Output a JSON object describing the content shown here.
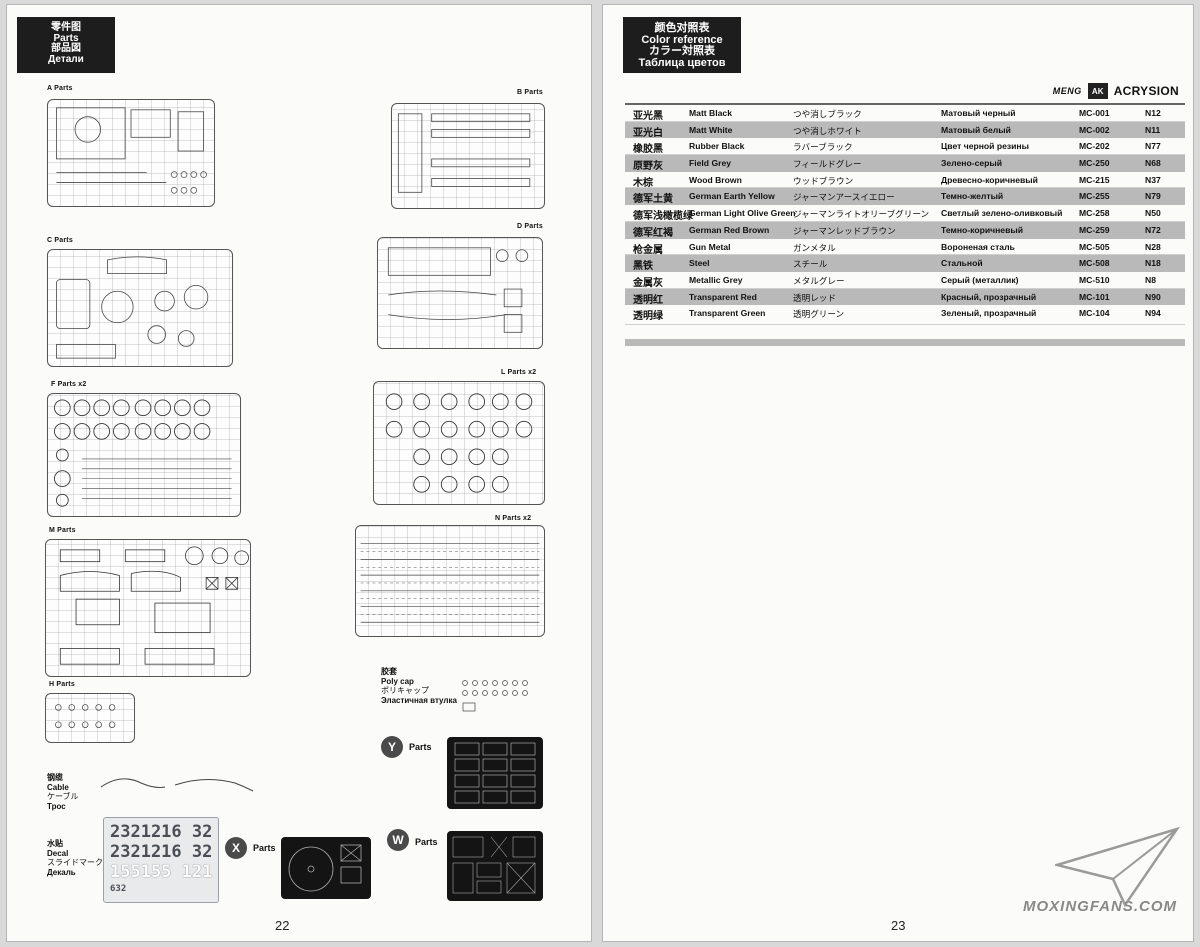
{
  "left_page": {
    "header": {
      "line1": "零件图",
      "line2": "Parts",
      "line3": "部品図",
      "line4": "Детали"
    },
    "sprues": {
      "a": "A Parts",
      "b": "B Parts",
      "c": "C Parts",
      "d": "D Parts",
      "f": "F Parts  x2",
      "l": "L Parts  x2",
      "m": "M Parts",
      "n": "N Parts  x2",
      "h": "H Parts"
    },
    "poly_cap": {
      "cn": "胶套",
      "en": "Poly cap",
      "jp": "ポリキャップ",
      "ru": "Эластичная втулка"
    },
    "cable": {
      "cn": "钢缆",
      "en": "Cable",
      "jp": "ケーブル",
      "ru": "Трос"
    },
    "decal": {
      "cn": "水贴",
      "en": "Decal",
      "jp": "スライドマーク",
      "ru": "Декаль",
      "row1": "2321216 32",
      "row2": "2321216 32",
      "row3": "155155 121",
      "row4": "632"
    },
    "photo_parts": {
      "x_letter": "X",
      "x_label": "Parts",
      "y_letter": "Y",
      "y_label": "Parts",
      "w_letter": "W",
      "w_label": "Parts"
    },
    "page_number": "22"
  },
  "right_page": {
    "header": {
      "line1": "颜色对照表",
      "line2": "Color reference",
      "line3": "カラー対照表",
      "line4": "Таблица цветов"
    },
    "logos": {
      "meng": "MENG",
      "ak": "AK",
      "acrysion": "ACRYSION"
    },
    "colors": [
      {
        "cn": "亚光黑",
        "en": "Matt Black",
        "jp": "つや消しブラック",
        "ru": "Матовый черный",
        "mc": "MC-001",
        "n": "N12"
      },
      {
        "cn": "亚光白",
        "en": "Matt White",
        "jp": "つや消しホワイト",
        "ru": "Матовый белый",
        "mc": "MC-002",
        "n": "N11"
      },
      {
        "cn": "橡胶黑",
        "en": "Rubber Black",
        "jp": "ラバーブラック",
        "ru": "Цвет черной резины",
        "mc": "MC-202",
        "n": "N77"
      },
      {
        "cn": "原野灰",
        "en": "Field Grey",
        "jp": "フィールドグレー",
        "ru": "Зелено-серый",
        "mc": "MC-250",
        "n": "N68"
      },
      {
        "cn": "木棕",
        "en": "Wood Brown",
        "jp": "ウッドブラウン",
        "ru": "Древесно-коричневый",
        "mc": "MC-215",
        "n": "N37"
      },
      {
        "cn": "德军土黄",
        "en": "German Earth Yellow",
        "jp": "ジャーマンアースイエロー",
        "ru": "Темно-желтый",
        "mc": "MC-255",
        "n": "N79"
      },
      {
        "cn": "德军浅橄榄绿",
        "en": "German Light Olive Green",
        "jp": "ジャーマンライトオリーブグリーン",
        "ru": "Светлый зелено-оливковый",
        "mc": "MC-258",
        "n": "N50"
      },
      {
        "cn": "德军红褐",
        "en": "German Red Brown",
        "jp": "ジャーマンレッドブラウン",
        "ru": "Темно-коричневый",
        "mc": "MC-259",
        "n": "N72"
      },
      {
        "cn": "枪金属",
        "en": "Gun Metal",
        "jp": "ガンメタル",
        "ru": "Вороненая сталь",
        "mc": "MC-505",
        "n": "N28"
      },
      {
        "cn": "黑铁",
        "en": "Steel",
        "jp": "スチール",
        "ru": "Стальной",
        "mc": "MC-508",
        "n": "N18"
      },
      {
        "cn": "金属灰",
        "en": "Metallic Grey",
        "jp": "メタルグレー",
        "ru": "Серый (металлик)",
        "mc": "MC-510",
        "n": "N8"
      },
      {
        "cn": "透明红",
        "en": "Transparent Red",
        "jp": "透明レッド",
        "ru": "Красный, прозрачный",
        "mc": "MC-101",
        "n": "N90"
      },
      {
        "cn": "透明绿",
        "en": "Transparent Green",
        "jp": "透明グリーン",
        "ru": "Зеленый, прозрачный",
        "mc": "MC-104",
        "n": "N94"
      }
    ],
    "page_number": "23",
    "watermark": "MOXINGFANS.COM"
  }
}
